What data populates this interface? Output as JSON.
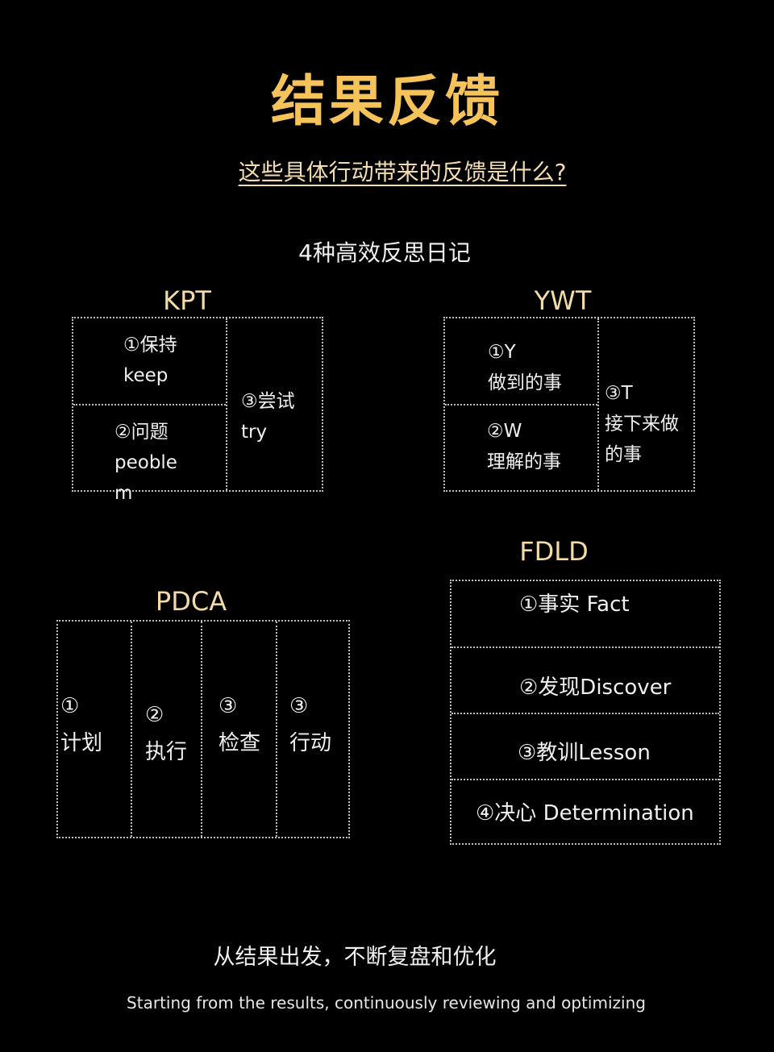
{
  "page": {
    "title": "结果反馈",
    "subtitle": "这些具体行动带来的反馈是什么?",
    "section_heading": "4种高效反思日记"
  },
  "kpt": {
    "title": "KPT",
    "keep": "①保持\nkeep",
    "problem": "②问题\npeoble\nm",
    "try": "③尝试\ntry"
  },
  "ywt": {
    "title": "YWT",
    "y": "①Y\n做到的事",
    "w": "②W\n理解的事",
    "t": "③T\n接下来做\n的事"
  },
  "pdca": {
    "title": "PDCA",
    "cells": [
      "①\n计划",
      "②\n执行",
      "③\n检查",
      "③\n行动"
    ]
  },
  "fdld": {
    "title": "FDLD",
    "rows": [
      "①事实 Fact",
      "②发现Discover",
      "③教训Lesson",
      "④决心 Determination"
    ]
  },
  "footer": {
    "chinese": "从结果出发，不断复盘和优化",
    "english": "Starting from the results, continuously reviewing and optimizing"
  },
  "colors": {
    "background": "#000000",
    "title": "#f6c35a",
    "method_title": "#f3dca8",
    "border": "#bdbdbd"
  }
}
